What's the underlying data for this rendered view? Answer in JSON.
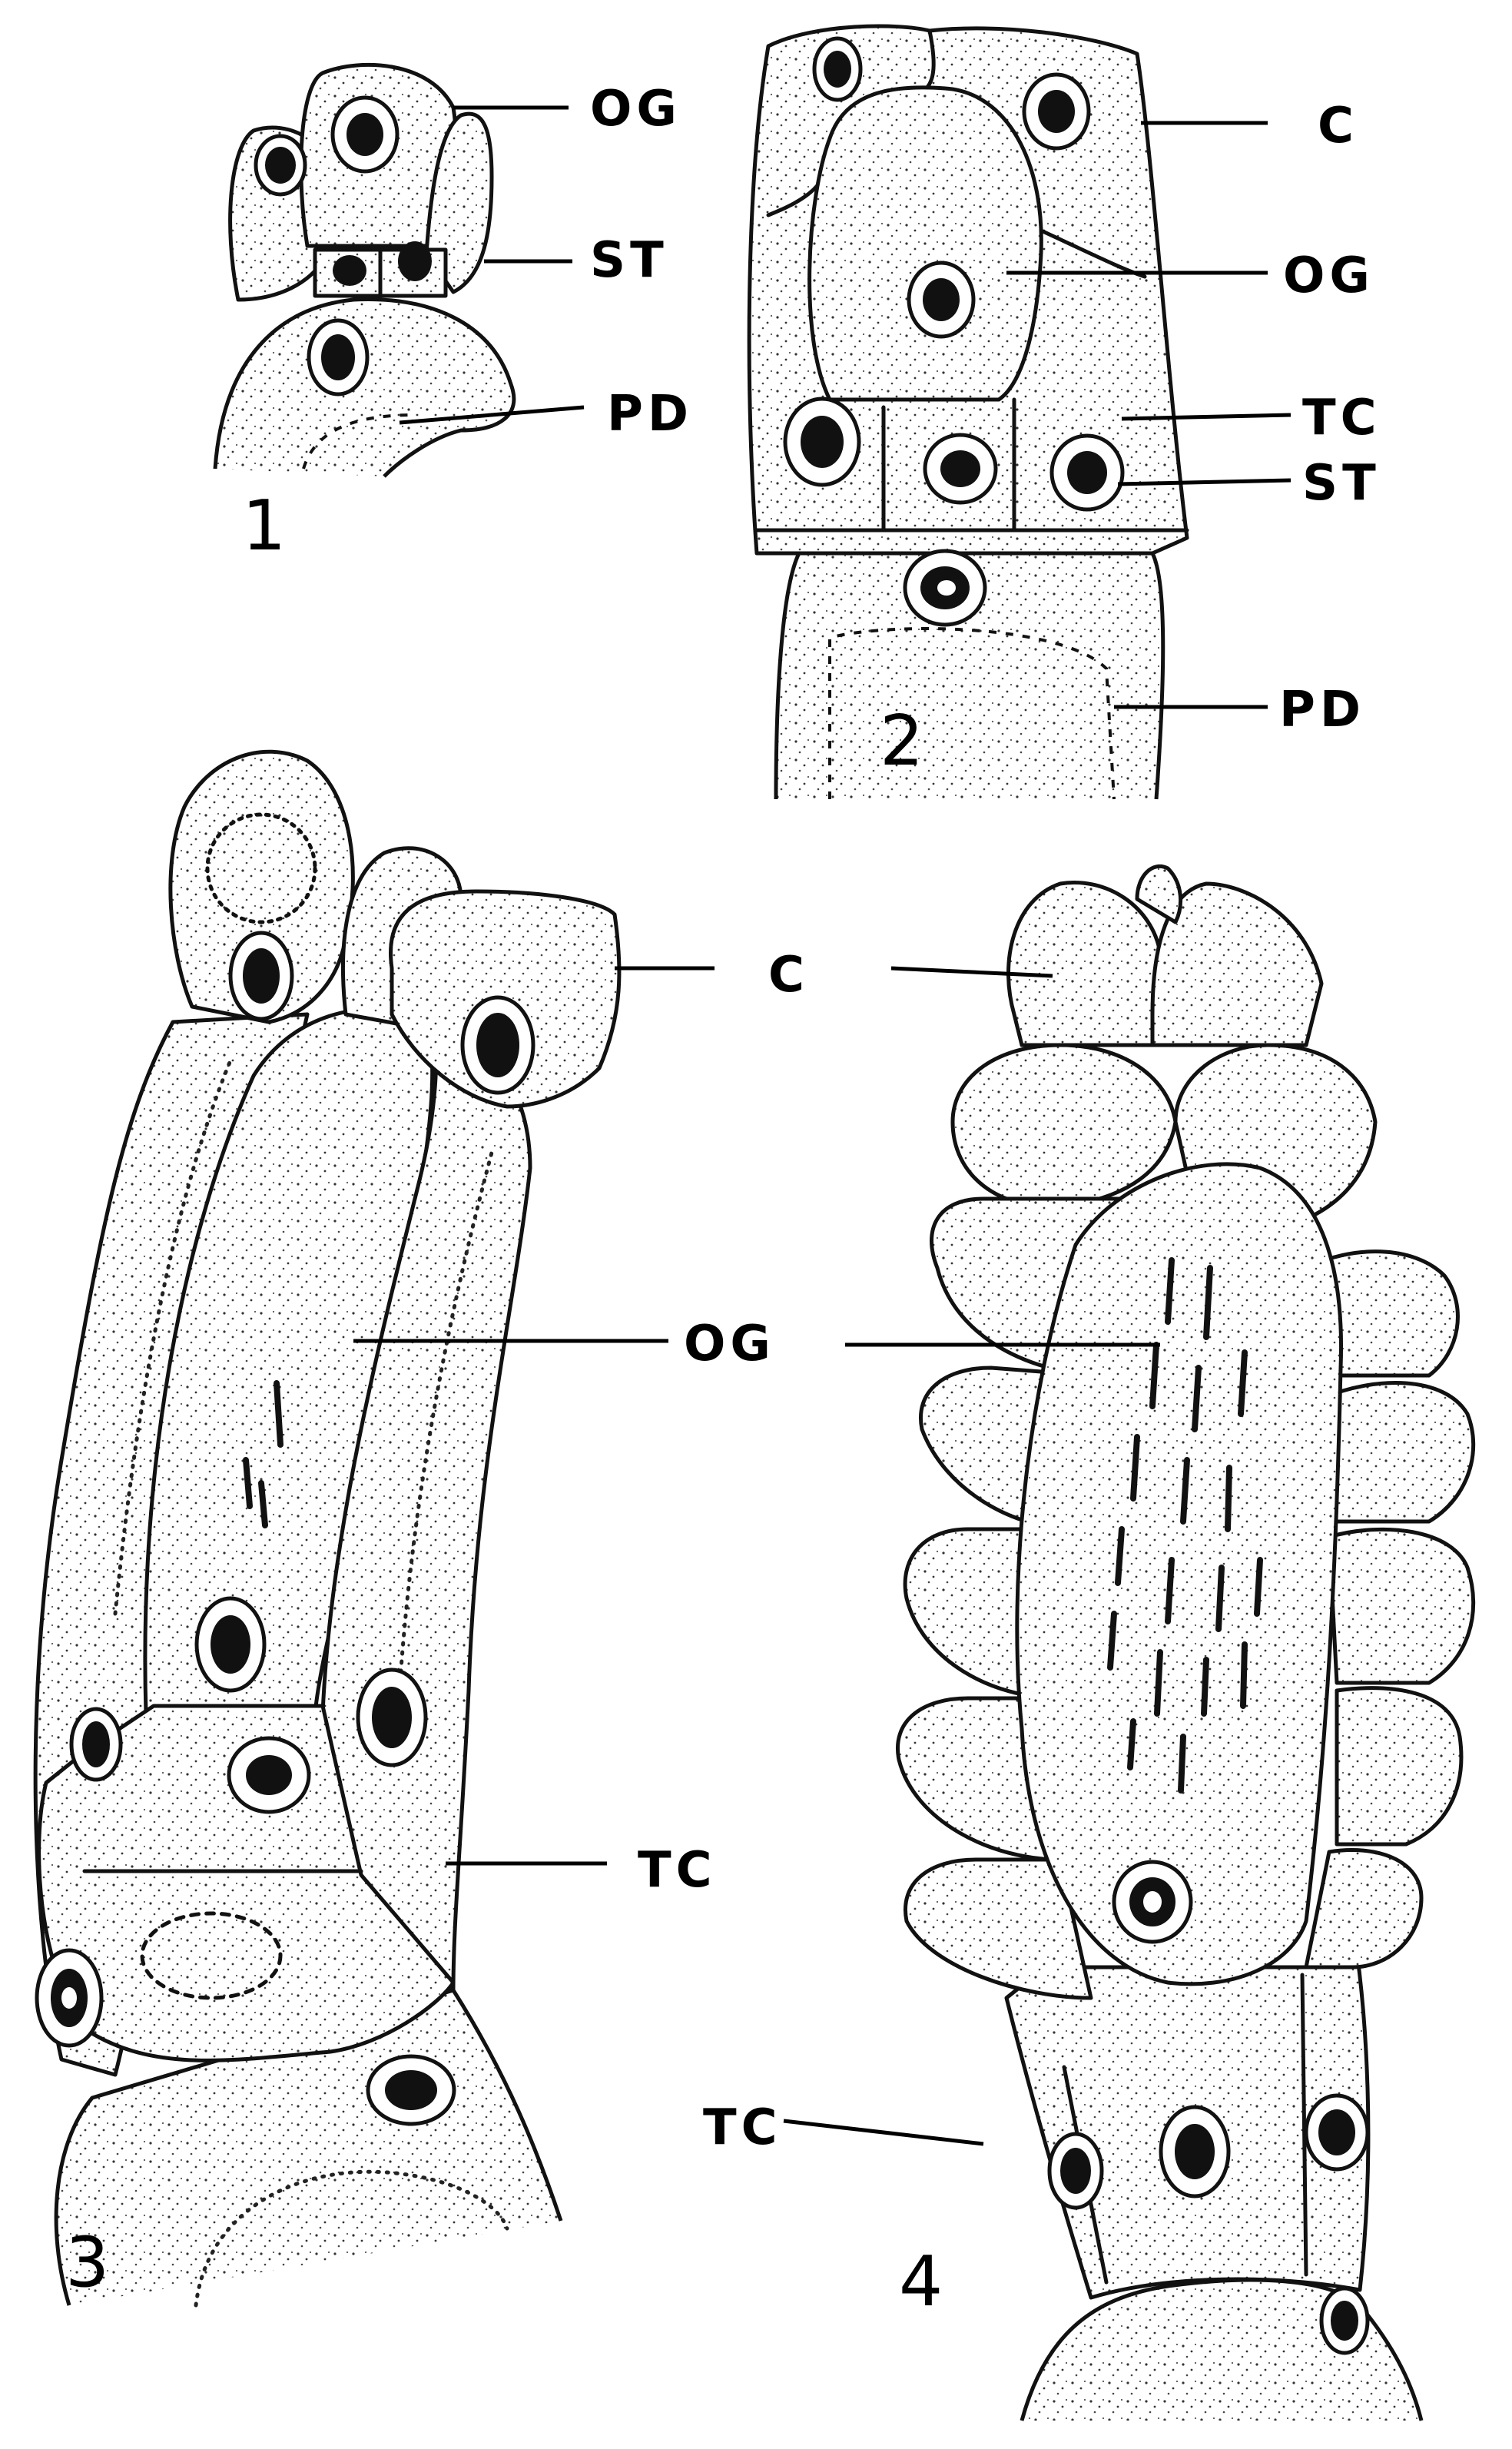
{
  "figures": [
    {
      "number": "1",
      "labels": {
        "og": "OG",
        "st": "ST",
        "pd": "PD"
      }
    },
    {
      "number": "2",
      "labels": {
        "c": "C",
        "og": "OG",
        "tc": "TC",
        "st": "ST",
        "pd": "PD"
      }
    },
    {
      "number": "3",
      "labels": {
        "c": "C",
        "og": "OG",
        "tc": "TC"
      }
    },
    {
      "number": "4",
      "labels": {
        "tc": "TC"
      }
    }
  ],
  "colors": {
    "ink": "#111111",
    "paper": "#ffffff"
  }
}
